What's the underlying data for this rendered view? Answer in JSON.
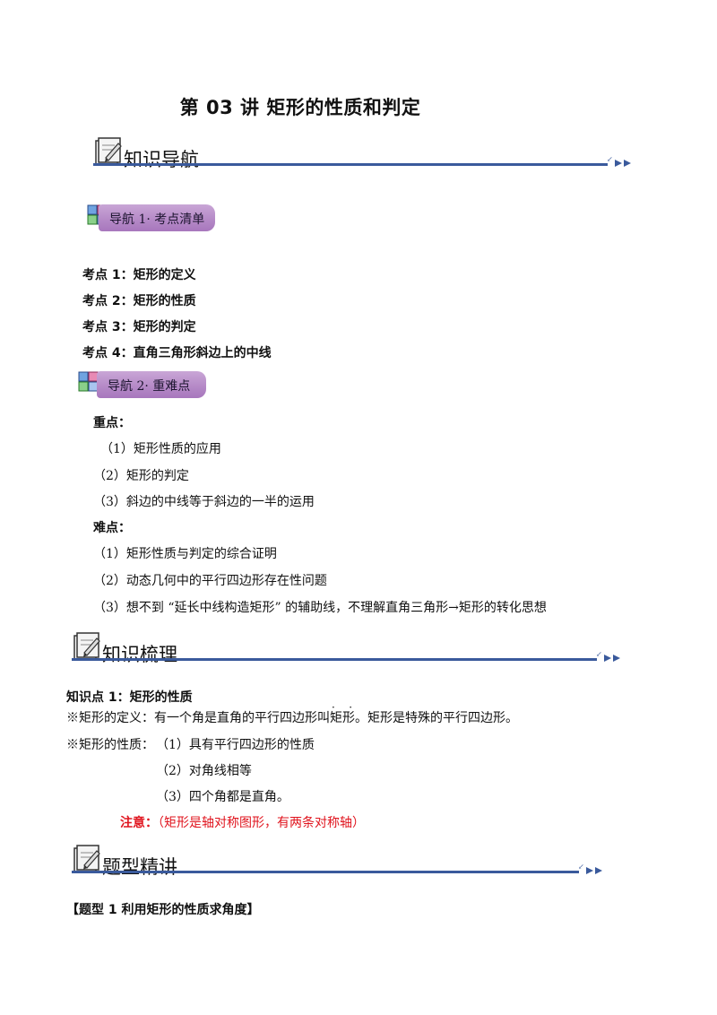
{
  "title": "第 03 讲 矩形的性质和判定",
  "banners": {
    "nav": "知识导航",
    "review": "知识梳理",
    "practice": "题型精讲"
  },
  "pills": {
    "nav1": "导航 1· 考点清单",
    "nav2": "导航 2· 重难点"
  },
  "kaodian": [
    "考点 1：矩形的定义",
    "考点 2：矩形的性质",
    "考点 3：矩形的判定",
    "考点 4：直角三角形斜边上的中线"
  ],
  "key": {
    "heading": "重点：",
    "items": [
      "（1）矩形性质的应用",
      "（2）矩形的判定",
      "（3）斜边的中线等于斜边的一半的运用"
    ]
  },
  "difficult": {
    "heading": "难点：",
    "items": [
      "（1）矩形性质与判定的综合证明",
      "（2）动态几何中的平行四边形存在性问题",
      "（3）想不到 “延长中线构造矩形” 的辅助线，不理解直角三角形→矩形的转化思想"
    ]
  },
  "point1": {
    "heading": "知识点 1：矩形的性质",
    "definition_prefix": "※矩形的定义：有一个角是直角的平行四边形叫",
    "definition_term": "矩形",
    "definition_suffix": "。矩形是特殊的平行四边形。",
    "property_label": "※矩形的性质：",
    "properties": [
      "（1）具有平行四边形的性质",
      "（2）对角线相等",
      "（3）四个角都是直角。"
    ],
    "note_label": "注意：",
    "note_text": "（矩形是轴对称图形，有两条对称轴）"
  },
  "type1": "【题型 1  利用矩形的性质求角度】",
  "colors": {
    "rule": "#3a5a9c",
    "pill": "#b488c6",
    "note_red": "#e0141e"
  },
  "icons": [
    "notebook-pencil-icon",
    "cubes-icon",
    "double-arrow-icon"
  ]
}
